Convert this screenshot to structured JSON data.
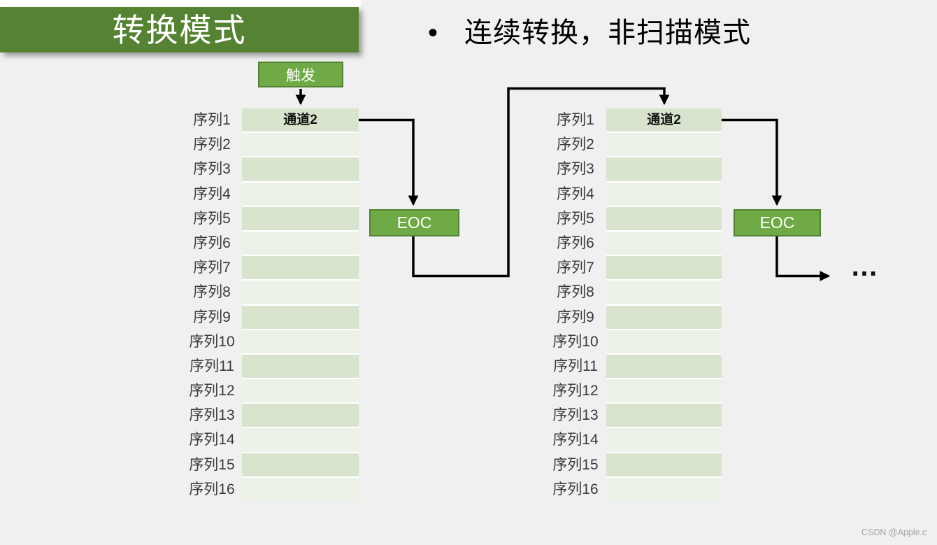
{
  "page": {
    "title_bar": {
      "text": "转换模式"
    },
    "bullet": {
      "marker": "•",
      "text": "连续转换，非扫描模式"
    },
    "watermark": "CSDN @Apple.c"
  },
  "diagram": {
    "trigger_label": "触发",
    "eoc_label": "EOC",
    "ellipsis": "…",
    "sequence_labels": [
      "序列1",
      "序列2",
      "序列3",
      "序列4",
      "序列5",
      "序列6",
      "序列7",
      "序列8",
      "序列9",
      "序列10",
      "序列11",
      "序列12",
      "序列13",
      "序列14",
      "序列15",
      "序列16"
    ],
    "tables": [
      {
        "name": "conversion-sequence-1",
        "values": [
          "通道2",
          "",
          "",
          "",
          "",
          "",
          "",
          "",
          "",
          "",
          "",
          "",
          "",
          "",
          "",
          ""
        ]
      },
      {
        "name": "conversion-sequence-2",
        "values": [
          "通道2",
          "",
          "",
          "",
          "",
          "",
          "",
          "",
          "",
          "",
          "",
          "",
          "",
          "",
          "",
          ""
        ]
      }
    ]
  },
  "colors": {
    "background": "#f0f0f0",
    "header_fill": "#568233",
    "box_fill": "#6faa47",
    "box_border": "#538135",
    "row_odd": "#d8e4ce",
    "row_even": "#edf2e8",
    "row_gap": "#ffffff",
    "arrow": "#000000",
    "title_text": "#ffffff",
    "label_text": "#3a3a3a",
    "cell_text": "#151515",
    "watermark_text": "#a6a6a6"
  }
}
